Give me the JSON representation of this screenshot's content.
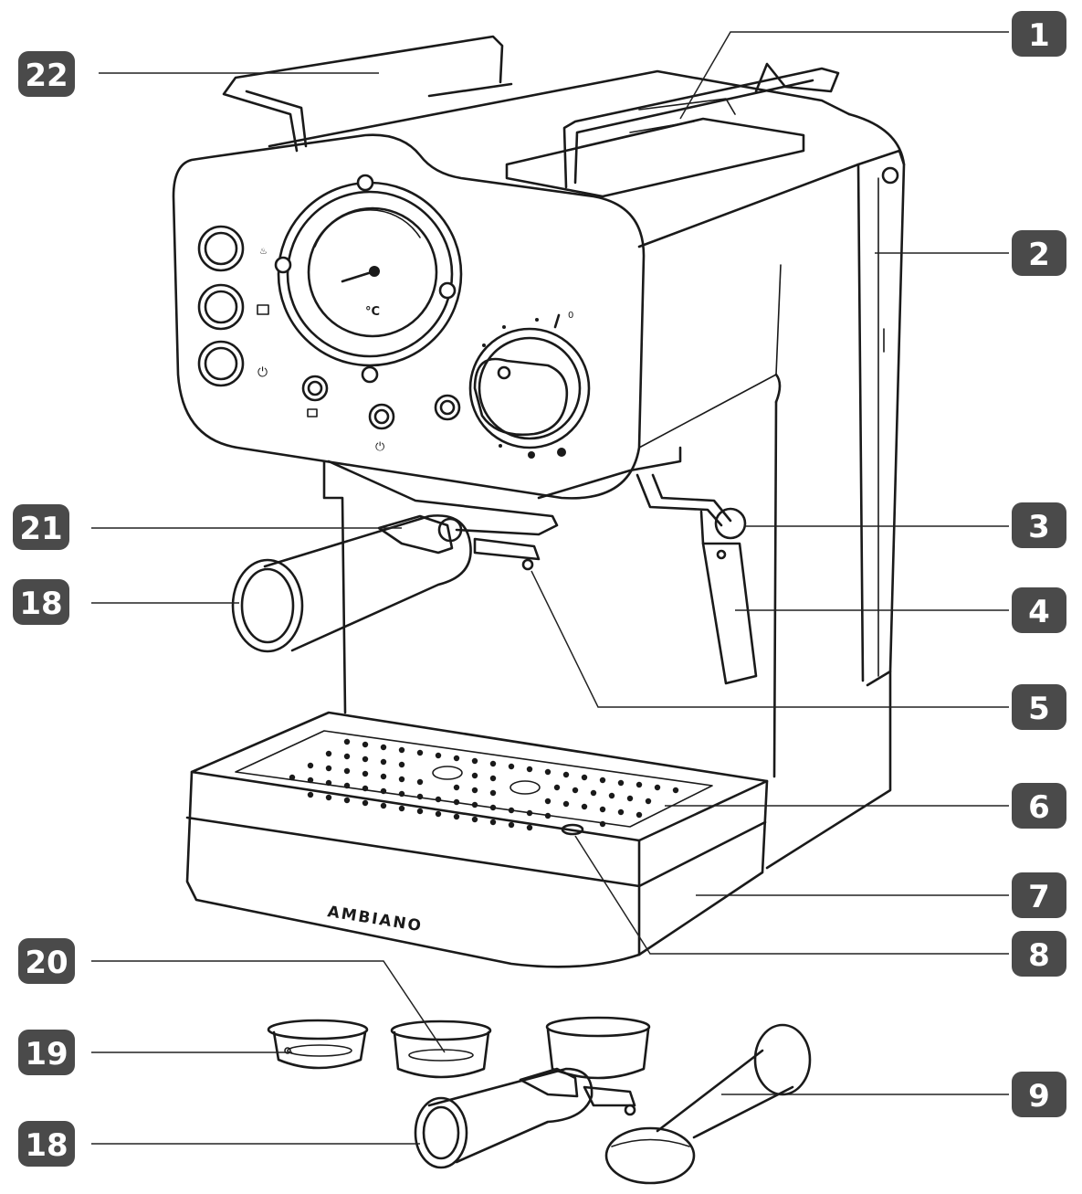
{
  "brand": "AMBIANO",
  "gauge_unit": "°C",
  "dial_label": "0",
  "colors": {
    "badge": "#4a4a4a",
    "line": "#1a1a1a",
    "background": "#ffffff"
  },
  "callouts": [
    {
      "id": "22",
      "label": "22"
    },
    {
      "id": "1",
      "label": "1"
    },
    {
      "id": "2",
      "label": "2"
    },
    {
      "id": "21",
      "label": "21"
    },
    {
      "id": "3",
      "label": "3"
    },
    {
      "id": "18a",
      "label": "18"
    },
    {
      "id": "4",
      "label": "4"
    },
    {
      "id": "5",
      "label": "5"
    },
    {
      "id": "6",
      "label": "6"
    },
    {
      "id": "7",
      "label": "7"
    },
    {
      "id": "8",
      "label": "8"
    },
    {
      "id": "20",
      "label": "20"
    },
    {
      "id": "19",
      "label": "19"
    },
    {
      "id": "9",
      "label": "9"
    },
    {
      "id": "18b",
      "label": "18"
    }
  ]
}
